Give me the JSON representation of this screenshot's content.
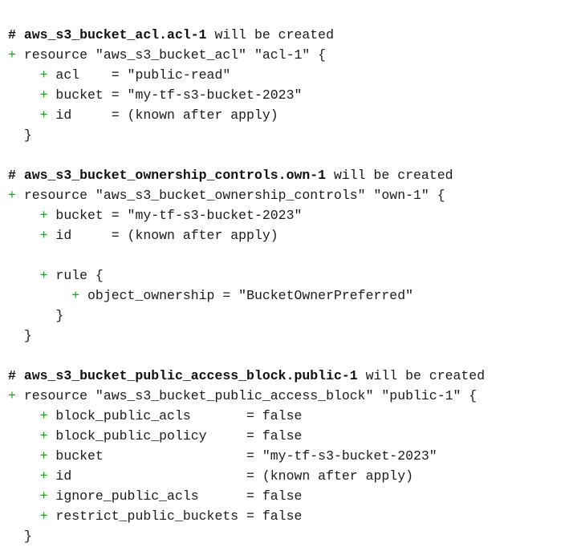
{
  "document": {
    "kind": "terraform-plan-output",
    "background_color": "#ffffff",
    "text_color": "#1a1a1a",
    "add_marker_color": "#20a020",
    "header_color": "#101010"
  },
  "lines": [
    {
      "type": "header",
      "marker": "#",
      "address": "aws_s3_bucket_acl.acl-1",
      "note": " will be created"
    },
    {
      "type": "resource",
      "marker": "+",
      "indent": 0,
      "text": "resource \"aws_s3_bucket_acl\" \"acl-1\" {"
    },
    {
      "type": "attr",
      "marker": "+",
      "indent": 4,
      "text": "acl    = \"public-read\""
    },
    {
      "type": "attr",
      "marker": "+",
      "indent": 4,
      "text": "bucket = \"my-tf-s3-bucket-2023\""
    },
    {
      "type": "attr",
      "marker": "+",
      "indent": 4,
      "text": "id     = (known after apply)"
    },
    {
      "type": "plain",
      "marker": "",
      "indent": 2,
      "text": "}"
    },
    {
      "type": "blank",
      "marker": "",
      "indent": 0,
      "text": ""
    },
    {
      "type": "header",
      "marker": "#",
      "address": "aws_s3_bucket_ownership_controls.own-1",
      "note": " will be created"
    },
    {
      "type": "resource",
      "marker": "+",
      "indent": 0,
      "text": "resource \"aws_s3_bucket_ownership_controls\" \"own-1\" {"
    },
    {
      "type": "attr",
      "marker": "+",
      "indent": 4,
      "text": "bucket = \"my-tf-s3-bucket-2023\""
    },
    {
      "type": "attr",
      "marker": "+",
      "indent": 4,
      "text": "id     = (known after apply)"
    },
    {
      "type": "blank",
      "marker": "",
      "indent": 0,
      "text": ""
    },
    {
      "type": "attr",
      "marker": "+",
      "indent": 4,
      "text": "rule {"
    },
    {
      "type": "attr",
      "marker": "+",
      "indent": 8,
      "text": "object_ownership = \"BucketOwnerPreferred\""
    },
    {
      "type": "plain",
      "marker": "",
      "indent": 6,
      "text": "}"
    },
    {
      "type": "plain",
      "marker": "",
      "indent": 2,
      "text": "}"
    },
    {
      "type": "blank",
      "marker": "",
      "indent": 0,
      "text": ""
    },
    {
      "type": "header",
      "marker": "#",
      "address": "aws_s3_bucket_public_access_block.public-1",
      "note": " will be created"
    },
    {
      "type": "resource",
      "marker": "+",
      "indent": 0,
      "text": "resource \"aws_s3_bucket_public_access_block\" \"public-1\" {"
    },
    {
      "type": "attr",
      "marker": "+",
      "indent": 4,
      "text": "block_public_acls       = false"
    },
    {
      "type": "attr",
      "marker": "+",
      "indent": 4,
      "text": "block_public_policy     = false"
    },
    {
      "type": "attr",
      "marker": "+",
      "indent": 4,
      "text": "bucket                  = \"my-tf-s3-bucket-2023\""
    },
    {
      "type": "attr",
      "marker": "+",
      "indent": 4,
      "text": "id                      = (known after apply)"
    },
    {
      "type": "attr",
      "marker": "+",
      "indent": 4,
      "text": "ignore_public_acls      = false"
    },
    {
      "type": "attr",
      "marker": "+",
      "indent": 4,
      "text": "restrict_public_buckets = false"
    },
    {
      "type": "plain",
      "marker": "",
      "indent": 2,
      "text": "}"
    }
  ],
  "resources": [
    {
      "address": "aws_s3_bucket_acl.acl-1",
      "type": "aws_s3_bucket_acl",
      "name": "acl-1",
      "action": "create",
      "attributes": [
        {
          "name": "acl",
          "value": "\"public-read\""
        },
        {
          "name": "bucket",
          "value": "\"my-tf-s3-bucket-2023\""
        },
        {
          "name": "id",
          "value": "(known after apply)"
        }
      ]
    },
    {
      "address": "aws_s3_bucket_ownership_controls.own-1",
      "type": "aws_s3_bucket_ownership_controls",
      "name": "own-1",
      "action": "create",
      "attributes": [
        {
          "name": "bucket",
          "value": "\"my-tf-s3-bucket-2023\""
        },
        {
          "name": "id",
          "value": "(known after apply)"
        }
      ],
      "blocks": [
        {
          "name": "rule",
          "attributes": [
            {
              "name": "object_ownership",
              "value": "\"BucketOwnerPreferred\""
            }
          ]
        }
      ]
    },
    {
      "address": "aws_s3_bucket_public_access_block.public-1",
      "type": "aws_s3_bucket_public_access_block",
      "name": "public-1",
      "action": "create",
      "attributes": [
        {
          "name": "block_public_acls",
          "value": "false"
        },
        {
          "name": "block_public_policy",
          "value": "false"
        },
        {
          "name": "bucket",
          "value": "\"my-tf-s3-bucket-2023\""
        },
        {
          "name": "id",
          "value": "(known after apply)"
        },
        {
          "name": "ignore_public_acls",
          "value": "false"
        },
        {
          "name": "restrict_public_buckets",
          "value": "false"
        }
      ]
    }
  ]
}
